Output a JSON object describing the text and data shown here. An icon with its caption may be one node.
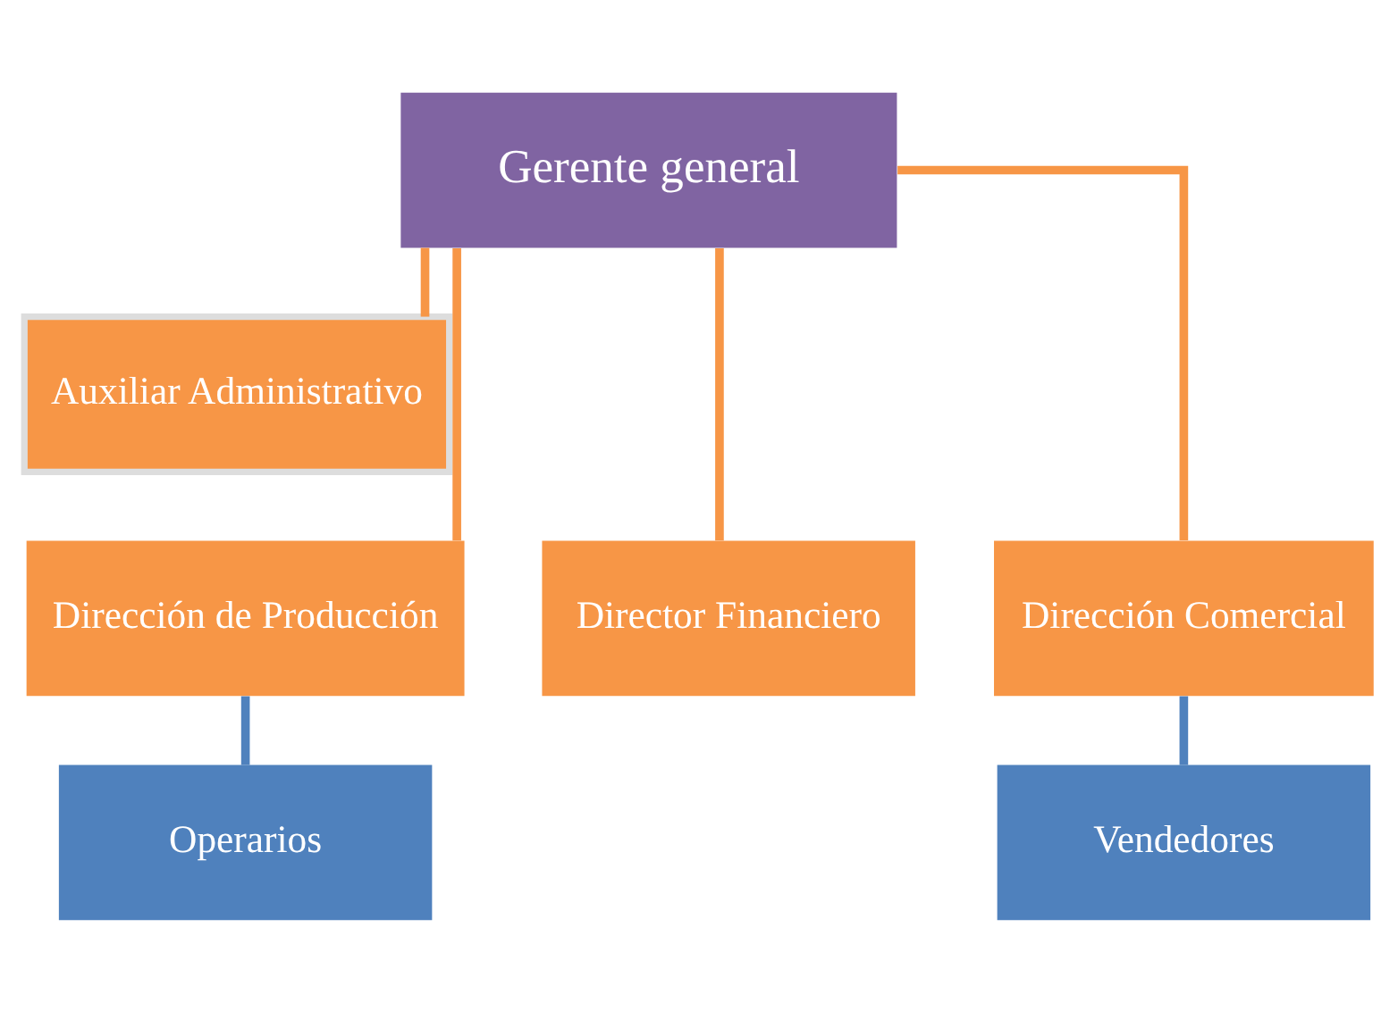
{
  "diagram": {
    "nodes": [
      {
        "text": [
          "Gerente general"
        ]
      },
      {
        "text": [
          "Auxiliar Administrativo"
        ]
      },
      {
        "text": [
          "Dirección de Producción"
        ]
      },
      {
        "text": [
          "Director Financiero"
        ]
      },
      {
        "text": [
          "Dirección Comercial"
        ]
      },
      {
        "text": [
          "Operarios"
        ]
      },
      {
        "text": [
          "Vendedores"
        ]
      }
    ],
    "edges": [
      {
        "from": 0,
        "to": 1,
        "arrow": "none"
      },
      {
        "from": 0,
        "to": 2,
        "arrow": "none"
      },
      {
        "from": 0,
        "to": 3,
        "arrow": "none"
      },
      {
        "from": 0,
        "to": 4,
        "arrow": "none"
      },
      {
        "from": 2,
        "to": 5,
        "arrow": "none",
        "color": "#4f81bd"
      },
      {
        "from": 4,
        "to": 6,
        "arrow": "none",
        "color": "#4f81bd"
      }
    ]
  }
}
